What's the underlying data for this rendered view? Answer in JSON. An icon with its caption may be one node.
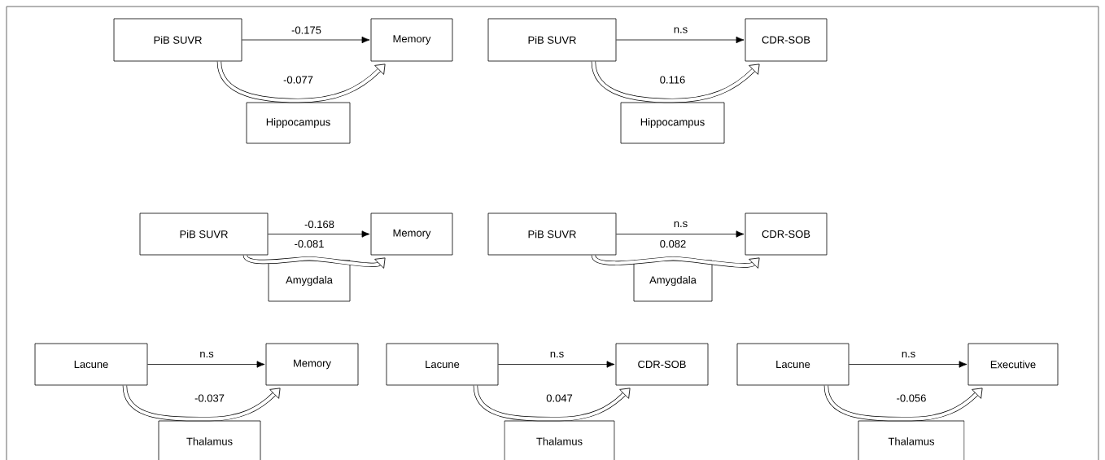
{
  "diagram": {
    "nodes": [
      {
        "text": [
          "PiB SUVR"
        ]
      },
      {
        "text": [
          "Memory"
        ]
      },
      {
        "text": [
          "Hippocampus"
        ]
      },
      {
        "text": [
          "PiB SUVR"
        ]
      },
      {
        "text": [
          "CDR-SOB"
        ]
      },
      {
        "text": [
          "Hippocampus"
        ]
      },
      {
        "text": [
          "PiB SUVR"
        ]
      },
      {
        "text": [
          "Memory"
        ]
      },
      {
        "text": [
          "Amygdala"
        ]
      },
      {
        "text": [
          "PiB SUVR"
        ]
      },
      {
        "text": [
          "CDR-SOB"
        ]
      },
      {
        "text": [
          "Amygdala"
        ]
      },
      {
        "text": [
          "Lacune"
        ]
      },
      {
        "text": [
          "Memory"
        ]
      },
      {
        "text": [
          "Thalamus"
        ]
      },
      {
        "text": [
          "Lacune"
        ]
      },
      {
        "text": [
          "CDR-SOB"
        ]
      },
      {
        "text": [
          "Thalamus"
        ]
      },
      {
        "text": [
          "Lacune"
        ]
      },
      {
        "text": [
          "Executive"
        ]
      },
      {
        "text": [
          "Thalamus"
        ]
      }
    ],
    "edges": [
      {
        "from": 0,
        "to": 1,
        "arrow": "to",
        "label": "-0.175"
      },
      {
        "from": 0,
        "to": 1,
        "arrow": "to",
        "label": "-0.077",
        "style": "thick"
      },
      {
        "from": 3,
        "to": 4,
        "arrow": "to",
        "label": "n.s"
      },
      {
        "from": 3,
        "to": 4,
        "arrow": "to",
        "label": "0.116",
        "style": "thick"
      },
      {
        "from": 6,
        "to": 7,
        "arrow": "to",
        "label": "-0.168"
      },
      {
        "from": 6,
        "to": 7,
        "arrow": "to",
        "label": "-0.081",
        "style": "thick"
      },
      {
        "from": 9,
        "to": 10,
        "arrow": "to",
        "label": "n.s"
      },
      {
        "from": 9,
        "to": 10,
        "arrow": "to",
        "label": "0.082",
        "style": "thick"
      },
      {
        "from": 12,
        "to": 13,
        "arrow": "to",
        "label": "n.s"
      },
      {
        "from": 12,
        "to": 13,
        "arrow": "to",
        "label": "-0.037",
        "style": "thick"
      },
      {
        "from": 15,
        "to": 16,
        "arrow": "to",
        "label": "n.s"
      },
      {
        "from": 15,
        "to": 16,
        "arrow": "to",
        "label": "0.047",
        "style": "thick"
      },
      {
        "from": 18,
        "to": 19,
        "arrow": "to",
        "label": "n.s"
      },
      {
        "from": 18,
        "to": 19,
        "arrow": "to",
        "label": "-0.056",
        "style": "thick"
      }
    ]
  }
}
